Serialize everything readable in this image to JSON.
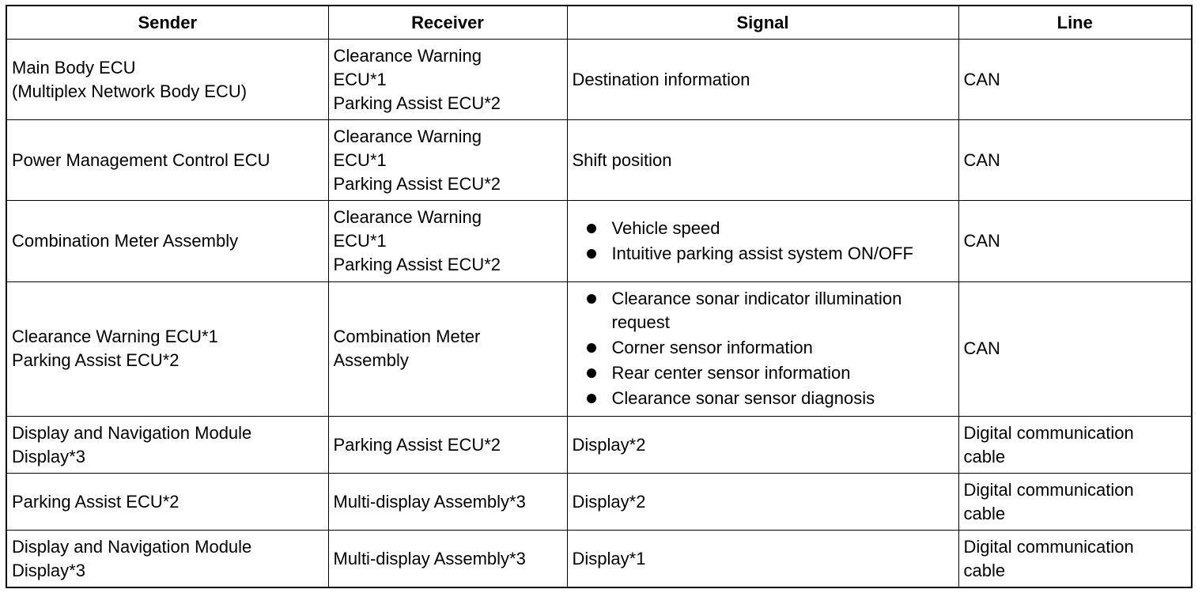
{
  "table": {
    "headers": [
      "Sender",
      "Receiver",
      "Signal",
      "Line"
    ],
    "rows": [
      {
        "sender": [
          "Main Body ECU",
          "(Multiplex Network Body ECU)"
        ],
        "receiver": [
          "Clearance Warning",
          "ECU*1",
          "Parking Assist ECU*2"
        ],
        "signal": [
          "Destination information"
        ],
        "line": [
          "CAN"
        ]
      },
      {
        "sender": [
          "Power Management Control ECU"
        ],
        "receiver": [
          "Clearance Warning",
          "ECU*1",
          "Parking Assist ECU*2"
        ],
        "signal": [
          "Shift position"
        ],
        "line": [
          "CAN"
        ]
      },
      {
        "sender": [
          "Combination Meter Assembly"
        ],
        "receiver": [
          "Clearance Warning",
          "ECU*1",
          "Parking Assist ECU*2"
        ],
        "signal_bullets": [
          [
            "Vehicle speed"
          ],
          [
            "Intuitive parking assist system ON/OFF"
          ]
        ],
        "line": [
          "CAN"
        ]
      },
      {
        "sender": [
          "Clearance Warning ECU*1",
          "Parking Assist ECU*2"
        ],
        "receiver": [
          "Combination Meter",
          "Assembly"
        ],
        "signal_bullets": [
          [
            "Clearance sonar indicator illumination",
            "request"
          ],
          [
            "Corner sensor information"
          ],
          [
            "Rear center sensor information"
          ],
          [
            "Clearance sonar sensor diagnosis"
          ]
        ],
        "line": [
          "CAN"
        ]
      },
      {
        "sender": [
          "Display and Navigation Module",
          "Display*3"
        ],
        "receiver": [
          "Parking Assist ECU*2"
        ],
        "signal": [
          "Display*2"
        ],
        "line": [
          "Digital communication",
          "cable"
        ]
      },
      {
        "sender": [
          "Parking Assist ECU*2"
        ],
        "receiver": [
          "Multi-display Assembly*3"
        ],
        "signal": [
          "Display*2"
        ],
        "line": [
          "Digital communication",
          "cable"
        ]
      },
      {
        "sender": [
          "Display and Navigation Module",
          "Display*3"
        ],
        "receiver": [
          "Multi-display Assembly*3"
        ],
        "signal": [
          "Display*1"
        ],
        "line": [
          "Digital communication",
          "cable"
        ]
      }
    ]
  }
}
